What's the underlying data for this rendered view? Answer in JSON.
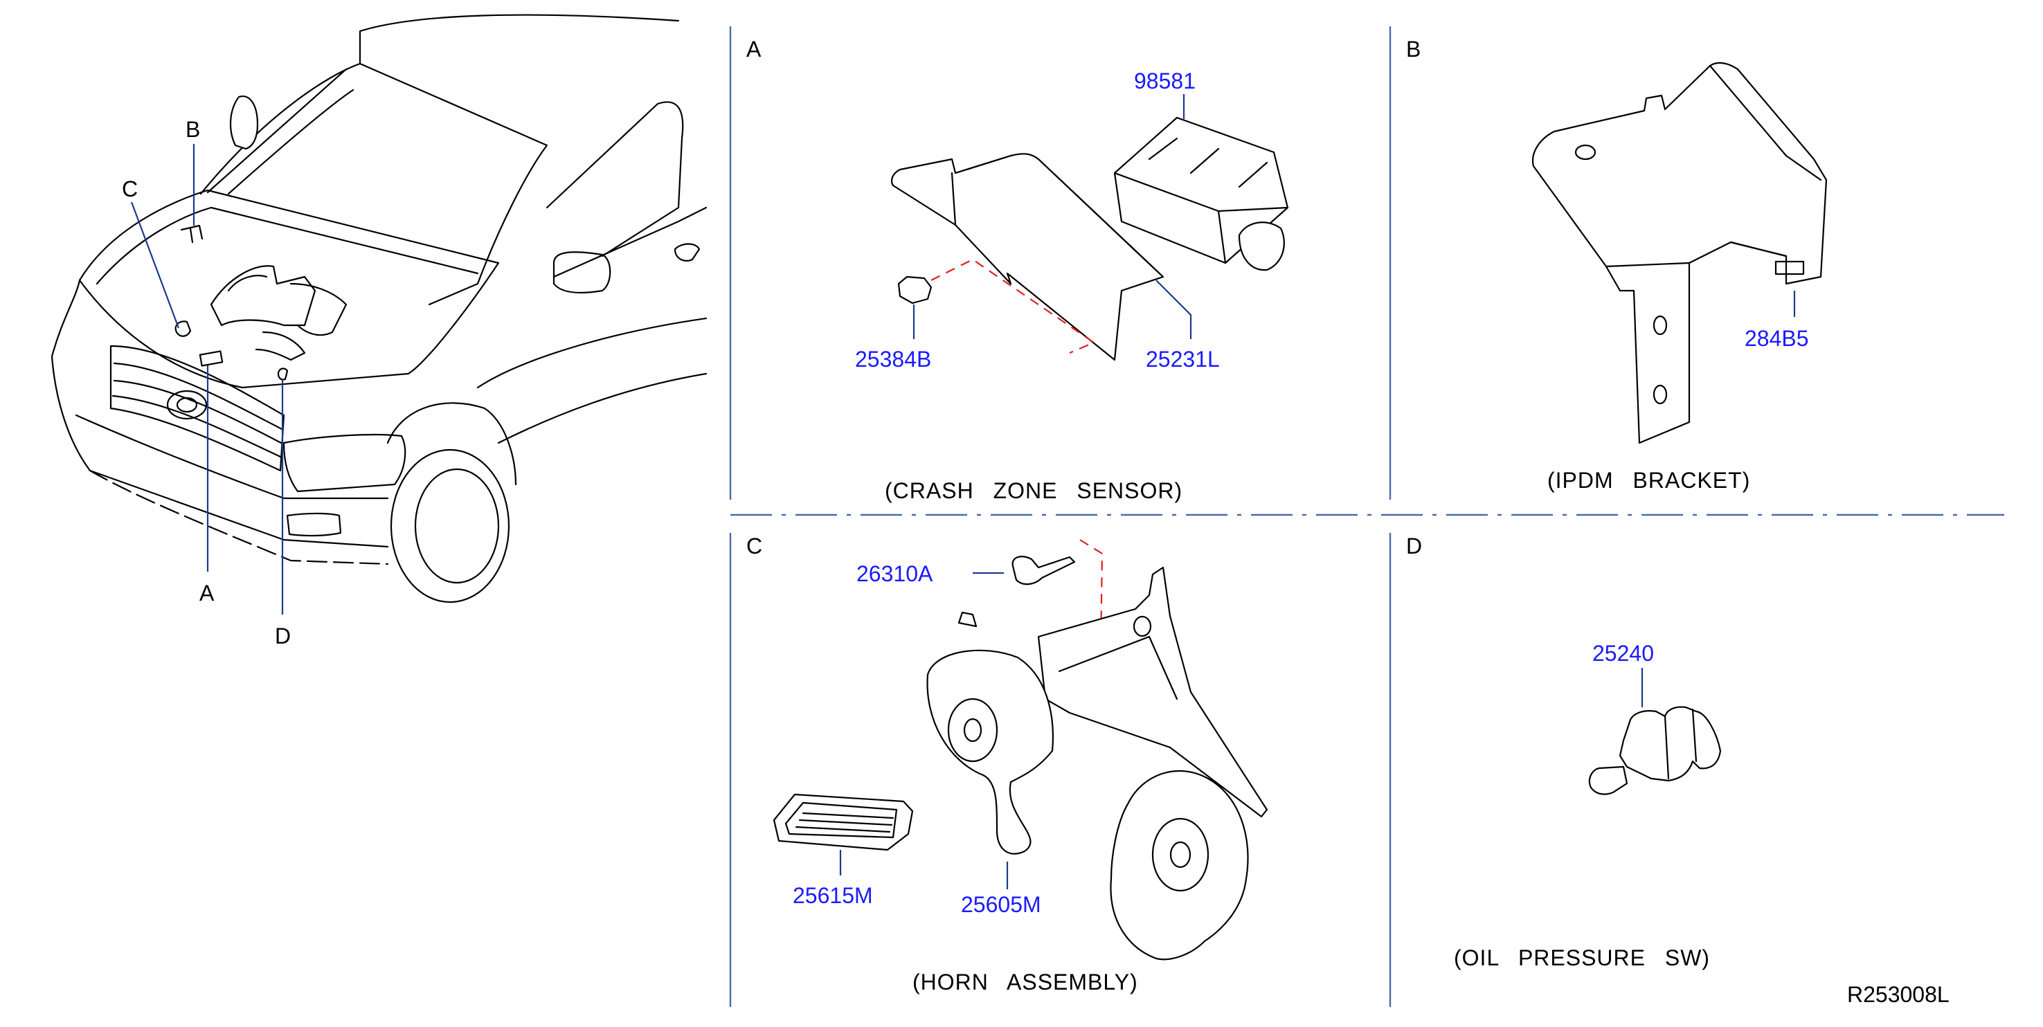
{
  "overview": {
    "callouts": {
      "a": "A",
      "b": "B",
      "c": "C",
      "d": "D"
    }
  },
  "sections": {
    "a": {
      "letter": "A",
      "caption": "(CRASH ZONE SENSOR)",
      "parts": {
        "sensor": "98581",
        "nut": "25384B",
        "bracket": "25231L"
      }
    },
    "b": {
      "letter": "B",
      "caption": "(IPDM BRACKET)",
      "parts": {
        "bracket": "284B5"
      }
    },
    "c": {
      "letter": "C",
      "caption": "(HORN ASSEMBLY)",
      "parts": {
        "bolt": "26310A",
        "cover": "25615M",
        "horn": "25605M"
      }
    },
    "d": {
      "letter": "D",
      "caption": "(OIL PRESSURE SW)",
      "parts": {
        "switch": "25240"
      }
    }
  },
  "drawing_code": "R253008L"
}
